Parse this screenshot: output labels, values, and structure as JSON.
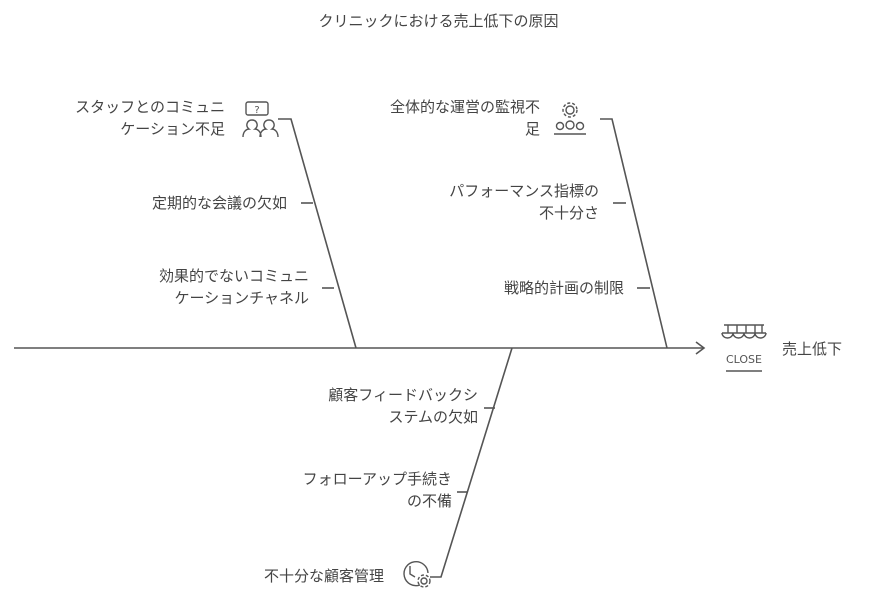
{
  "title": "クリニックにおける売上低下の原因",
  "effect": {
    "label": "売上低下",
    "icon": "store-close-icon",
    "icon_text": "CLOSE"
  },
  "categories": [
    {
      "label_lines": [
        "スタッフとのコミュニ",
        "ケーション不足"
      ],
      "icon": "people-question-icon",
      "causes": [
        [
          "定期的な会議の欠如"
        ],
        [
          "効果的でないコミュニ",
          "ケーションチャネル"
        ]
      ]
    },
    {
      "label_lines": [
        "全体的な運営の監視不",
        "足"
      ],
      "icon": "team-gear-icon",
      "causes": [
        [
          "パフォーマンス指標の",
          "不十分さ"
        ],
        [
          "戦略的計画の制限"
        ]
      ]
    },
    {
      "label_lines": [
        "不十分な顧客管理"
      ],
      "icon": "clock-gear-icon",
      "causes": [
        [
          "顧客フィードバックシ",
          "ステムの欠如"
        ],
        [
          "フォローアップ手続き",
          "の不備"
        ]
      ]
    }
  ],
  "colors": {
    "line": "#555555",
    "text": "#444444"
  }
}
